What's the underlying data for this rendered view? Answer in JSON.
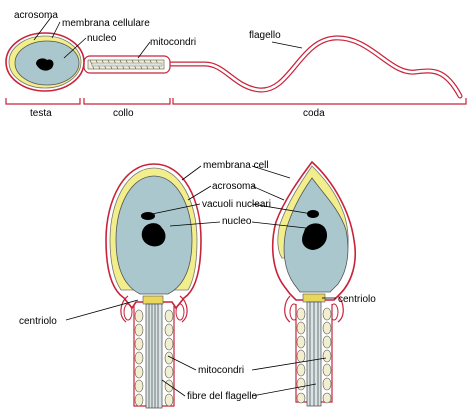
{
  "top_diagram": {
    "labels": {
      "acrosome": "acrosoma",
      "cell_membrane": "membrana cellulare",
      "nucleus": "nucleo",
      "mitochondria": "mitocondri",
      "flagellum": "flagello"
    },
    "sections": {
      "head": "testa",
      "neck": "collo",
      "tail": "coda"
    }
  },
  "detail_diagram": {
    "labels": {
      "cell_membrane": "membrana cell",
      "acrosome": "acrosoma",
      "nuclear_vacuoles": "vacuoli nucleari",
      "nucleus": "nucleo",
      "centriole_left": "centriolo",
      "centriole_right": "centriolo",
      "mitochondria": "mitocondri",
      "flagellum_fibers": "fibre del flagello"
    }
  },
  "colors": {
    "membrane": "#c8233a",
    "acrosome": "#f2ee8c",
    "nucleus": "#a9c7cc",
    "mitochondria": "#f1efd0",
    "midpiece_band": "#e8d75a",
    "leader_line": "#000000"
  }
}
